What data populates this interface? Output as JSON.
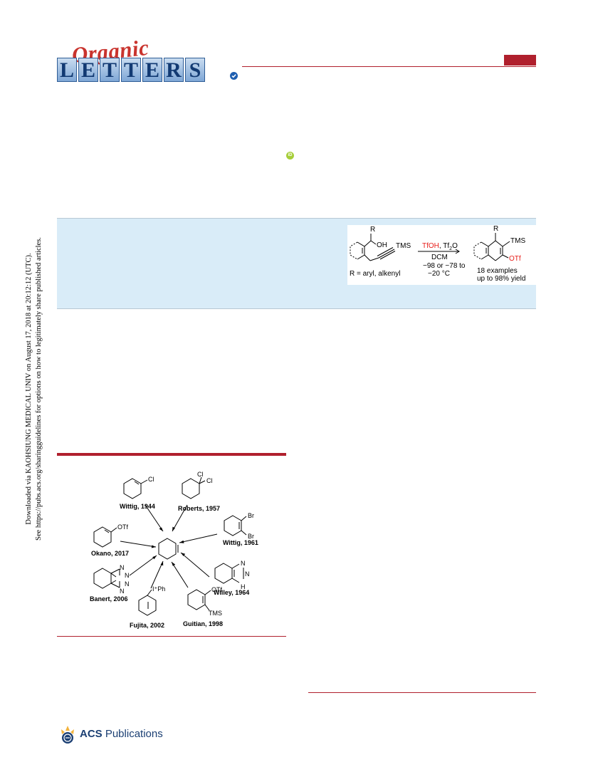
{
  "journal": {
    "script_word": "Organic",
    "tile_letters": [
      "L",
      "E",
      "T",
      "T",
      "E",
      "R",
      "S"
    ],
    "check_icon": "check-badge-icon"
  },
  "orcid_icon": "orcid-icon",
  "orcid_label": "iD",
  "rail": {
    "line1": "Downloaded via KAOHSIUNG MEDICAL UNIV on August 17, 2018 at 20:12:12 (UTC).",
    "line2": "See https://pubs.acs.org/sharingguidelines for options on how to legitimately share published articles."
  },
  "toc": {
    "r_top": "R",
    "oh": "OH",
    "tms_left": "TMS",
    "reagent_red": "TfOH",
    "reagent_rest": ", Tf",
    "reagent_sub": "2",
    "reagent_o": "O",
    "solvent": "DCM",
    "temp1": "−98 or −78 to",
    "temp2": "−20 °C",
    "r_def": "R = aryl, alkenyl",
    "r_prod": "R",
    "tms_right": "TMS",
    "otf": "OTf",
    "examples": "18 examples",
    "yield": "up to 98% yield"
  },
  "figure": {
    "labels": {
      "wittig1944": "Wittig, 1944",
      "roberts1957": "Roberts, 1957",
      "wittig1961": "Wittig, 1961",
      "okano2017": "Okano, 2017",
      "banert2006": "Banert, 2006",
      "willey1964": "Willey, 1964",
      "fujita2002": "Fujita, 2002",
      "guitian1998": "Guitian, 1998"
    },
    "atoms": {
      "cl1": "Cl",
      "cl2a": "Cl",
      "cl2b": "Cl",
      "br1": "Br",
      "br2": "Br",
      "otf1": "OTf",
      "n1": "N",
      "n2": "N",
      "n3": "N",
      "n4": "N",
      "n5": "N",
      "n6": "N",
      "nh": "H",
      "iph": "I⁺Ph",
      "otf2": "OTf",
      "tms": "TMS"
    }
  },
  "footer": {
    "acs_bold": "ACS",
    "acs_rest": " Publications",
    "acs_icon": "acs-publications-logo-icon"
  },
  "colors": {
    "brand_red": "#b0202d",
    "abstract_bg": "#d9ecf8",
    "highlight_red": "#e8201c",
    "acs_blue": "#1b3f73",
    "orcid_green": "#a6ce39"
  }
}
